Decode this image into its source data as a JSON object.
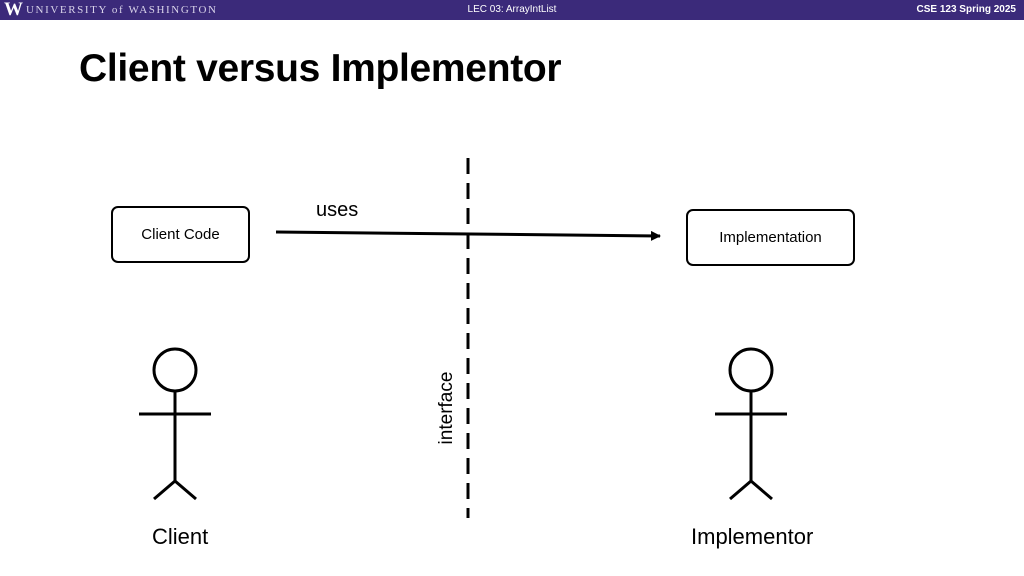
{
  "header": {
    "logo_letter": "W",
    "university": "UNIVERSITY of WASHINGTON",
    "lecture": "LEC 03: ArrayIntList",
    "course": "CSE 123 Spring 2025",
    "bar_color": "#3b2a7a"
  },
  "slide": {
    "title": "Client versus Implementor"
  },
  "diagram": {
    "client_box": "Client Code",
    "implementation_box": "Implementation",
    "arrow_label": "uses",
    "boundary_label": "interface",
    "client_figure": "Client",
    "implementor_figure": "Implementor"
  }
}
